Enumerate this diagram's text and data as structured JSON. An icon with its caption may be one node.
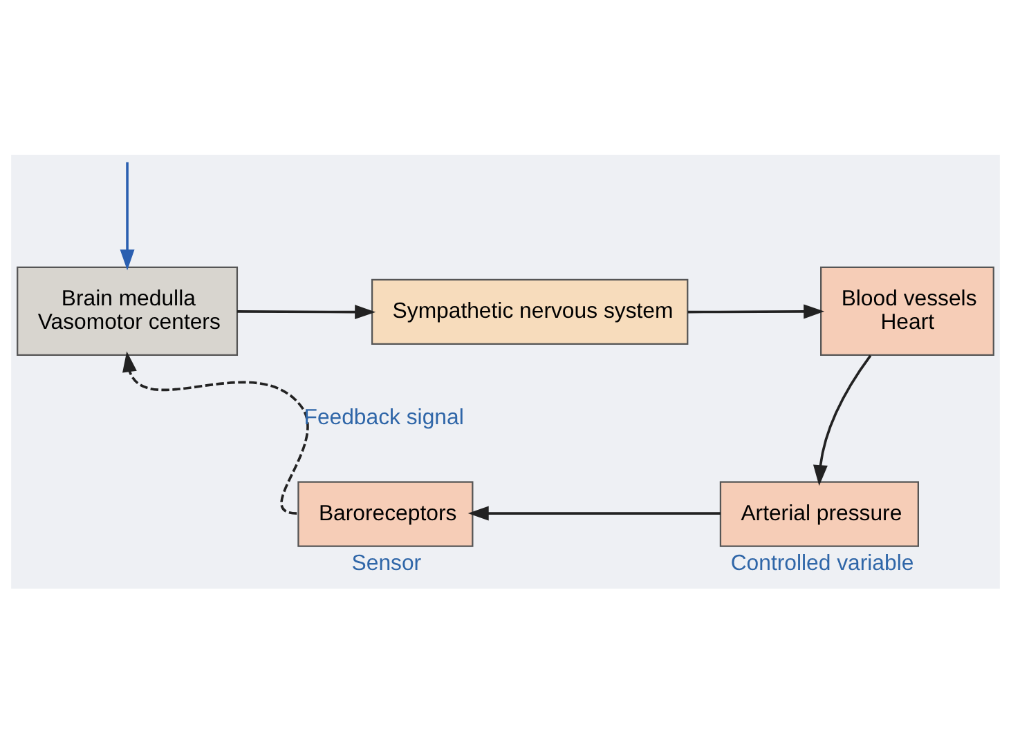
{
  "diagram": {
    "nodes": [
      {
        "text": [
          "Brain medulla",
          "Vasomotor centers"
        ]
      },
      {
        "text": [
          "Sympathetic nervous system"
        ]
      },
      {
        "text": [
          "Blood vessels",
          "Heart"
        ]
      },
      {
        "text": [
          "Arterial pressure"
        ],
        "beside": [
          "Controlled variable"
        ]
      },
      {
        "text": [
          "Baroreceptors"
        ],
        "beside": [
          "Sensor"
        ]
      }
    ],
    "edges": [
      {
        "from": 0,
        "to": 1,
        "arrow": "to"
      },
      {
        "from": 1,
        "to": 2,
        "arrow": "to"
      },
      {
        "from": 2,
        "to": 3,
        "arrow": "to"
      },
      {
        "from": 3,
        "to": 4,
        "arrow": "to"
      },
      {
        "from": 4,
        "to": 0,
        "arrow": "to",
        "style": "dashed",
        "label": "Feedback signal"
      },
      {
        "from": null,
        "to": 0,
        "arrow": "to",
        "color": "#2a5fb0"
      }
    ]
  }
}
